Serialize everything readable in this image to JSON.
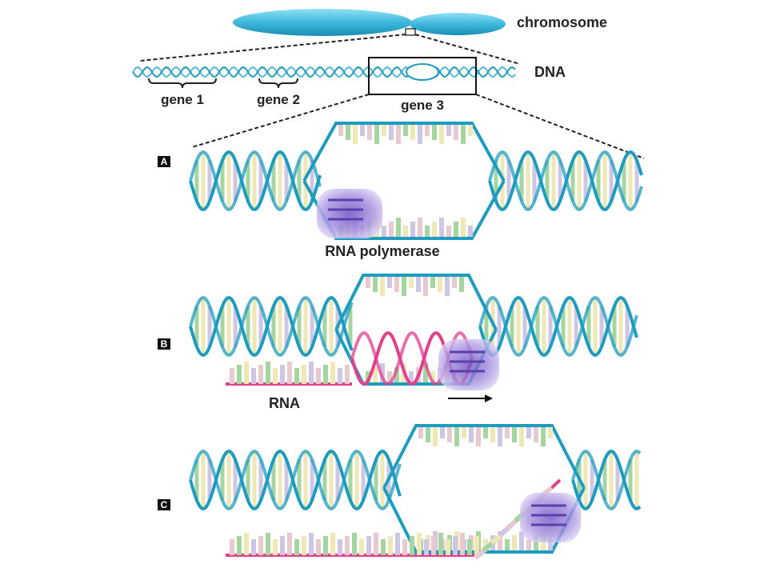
{
  "labels": {
    "chromosome": "chromosome",
    "dna": "DNA",
    "gene1": "gene 1",
    "gene2": "gene 2",
    "gene3": "gene 3",
    "rna_polymerase": "RNA polymerase",
    "rna": "RNA"
  },
  "panels": [
    {
      "tag": "A"
    },
    {
      "tag": "B"
    },
    {
      "tag": "C"
    }
  ],
  "colors": {
    "chromosome": "#3fb8dc",
    "dna_strand": "#1e9cc0",
    "rna_strand": "#e0408c",
    "polymerase": "#9b82d8",
    "base_pink": "#e7c9d0",
    "base_green": "#a6d6a0",
    "base_yellow": "#eee7b6",
    "base_lilac": "#cfc6e4"
  }
}
